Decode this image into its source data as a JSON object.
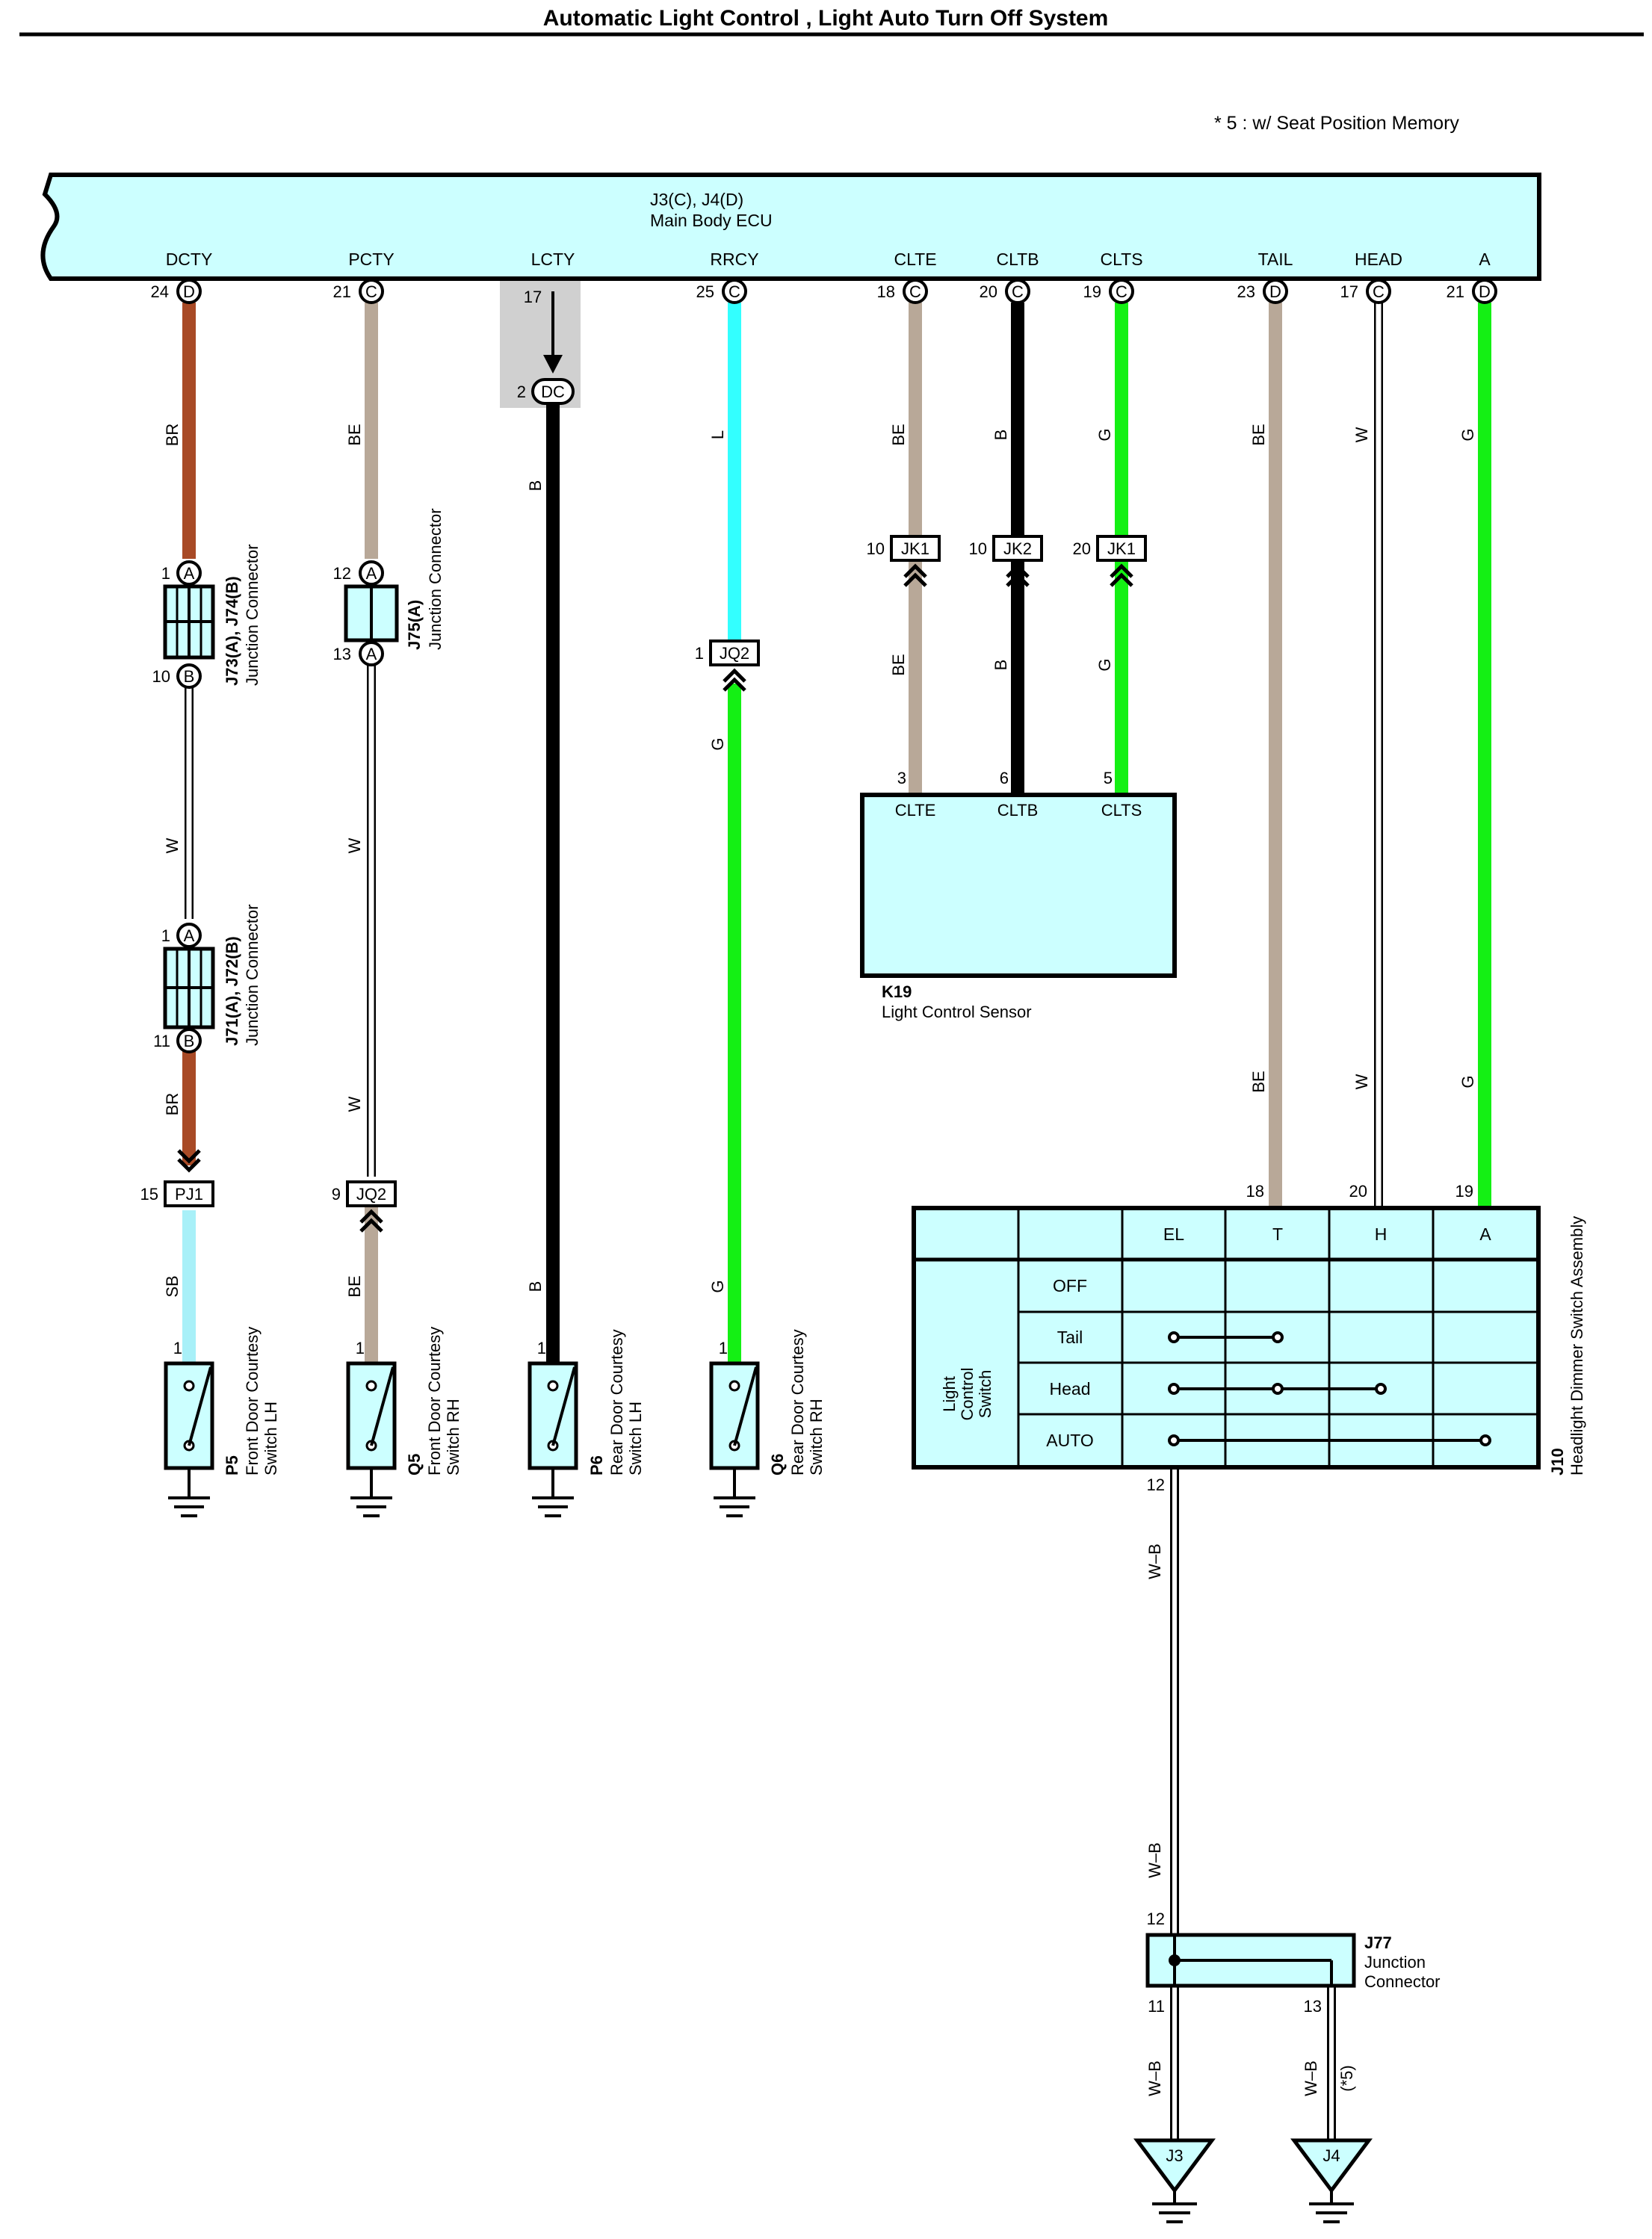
{
  "title": "Automatic Light Control , Light Auto Turn Off System",
  "note": "* 5 : w/ Seat Position Memory",
  "ecu": {
    "code": "J3(C), J4(D)",
    "name": "Main Body ECU",
    "terminals": [
      {
        "name": "DCTY",
        "pin": "24",
        "conn": "D"
      },
      {
        "name": "PCTY",
        "pin": "21",
        "conn": "C"
      },
      {
        "name": "LCTY",
        "pin": "17",
        "conn": ""
      },
      {
        "name": "RRCY",
        "pin": "25",
        "conn": "C"
      },
      {
        "name": "CLTE",
        "pin": "18",
        "conn": "C"
      },
      {
        "name": "CLTB",
        "pin": "20",
        "conn": "C"
      },
      {
        "name": "CLTS",
        "pin": "19",
        "conn": "C"
      },
      {
        "name": "TAIL",
        "pin": "23",
        "conn": "D"
      },
      {
        "name": "HEAD",
        "pin": "17",
        "conn": "C"
      },
      {
        "name": "A",
        "pin": "21",
        "conn": "D"
      }
    ]
  },
  "colors": {
    "BR": "#a84a26",
    "BE": "#b8a898",
    "B": "#000000",
    "L": "#33ffff",
    "G": "#14f014",
    "W": "#ffffff",
    "SB": "#a8f0f8",
    "box_fill": "#ccffff",
    "lcty_bg": "#d0d0d0"
  },
  "wire_labels": {
    "br": "BR",
    "be": "BE",
    "b": "B",
    "l": "L",
    "g": "G",
    "w": "W",
    "sb": "SB",
    "wb": "W–B"
  },
  "lcty_inline": {
    "pin": "2",
    "conn": "DC"
  },
  "junctions": {
    "j73": {
      "name": "J73(A), J74(B)",
      "desc": "Junction Connector",
      "pin_top": "1",
      "conn_top": "A",
      "pin_bot": "10",
      "conn_bot": "B"
    },
    "j71": {
      "name": "J71(A), J72(B)",
      "desc": "Junction Connector",
      "pin_top": "1",
      "conn_top": "A",
      "pin_bot": "11",
      "conn_bot": "B"
    },
    "j75": {
      "name": "J75(A)",
      "desc": "Junction Connector",
      "pin_top": "12",
      "conn_top": "A",
      "pin_bot": "13",
      "conn_bot": "A"
    }
  },
  "inline_connectors": {
    "pj1": {
      "name": "PJ1",
      "pin": "15"
    },
    "jq2_pc": {
      "name": "JQ2",
      "pin": "9"
    },
    "jq2_rr": {
      "name": "JQ2",
      "pin": "1"
    },
    "jk1_clte": {
      "name": "JK1",
      "pin": "10"
    },
    "jk2_cltb": {
      "name": "JK2",
      "pin": "10"
    },
    "jk1_clts": {
      "name": "JK1",
      "pin": "20"
    }
  },
  "sensor": {
    "code": "K19",
    "name": "Light Control Sensor",
    "pins": [
      {
        "name": "CLTE",
        "pin": "3"
      },
      {
        "name": "CLTB",
        "pin": "6"
      },
      {
        "name": "CLTS",
        "pin": "5"
      }
    ]
  },
  "switches": [
    {
      "code": "P5",
      "line1": "Front Door Courtesy",
      "line2": "Switch LH",
      "pin": "1"
    },
    {
      "code": "Q5",
      "line1": "Front Door Courtesy",
      "line2": "Switch RH",
      "pin": "1"
    },
    {
      "code": "P6",
      "line1": "Rear Door Courtesy",
      "line2": "Switch LH",
      "pin": "1"
    },
    {
      "code": "Q6",
      "line1": "Rear Door Courtesy",
      "line2": "Switch RH",
      "pin": "1"
    }
  ],
  "headlight_switch": {
    "code": "J10",
    "name": "Headlight Dimmer Switch Assembly",
    "side_label": [
      "Light",
      "Control",
      "Switch"
    ],
    "columns": [
      "EL",
      "T",
      "H",
      "A"
    ],
    "rows": [
      "OFF",
      "Tail",
      "Head",
      "AUTO"
    ],
    "pins": {
      "tail": "18",
      "head": "20",
      "a": "19",
      "el": "12"
    }
  },
  "j77": {
    "code": "J77",
    "line1": "Junction",
    "line2": "Connector",
    "pin_in": "12",
    "pin_out1": "11",
    "pin_out2": "13"
  },
  "grounds": {
    "g1": "J3",
    "g2": "J4"
  },
  "star_note": "(*5)"
}
